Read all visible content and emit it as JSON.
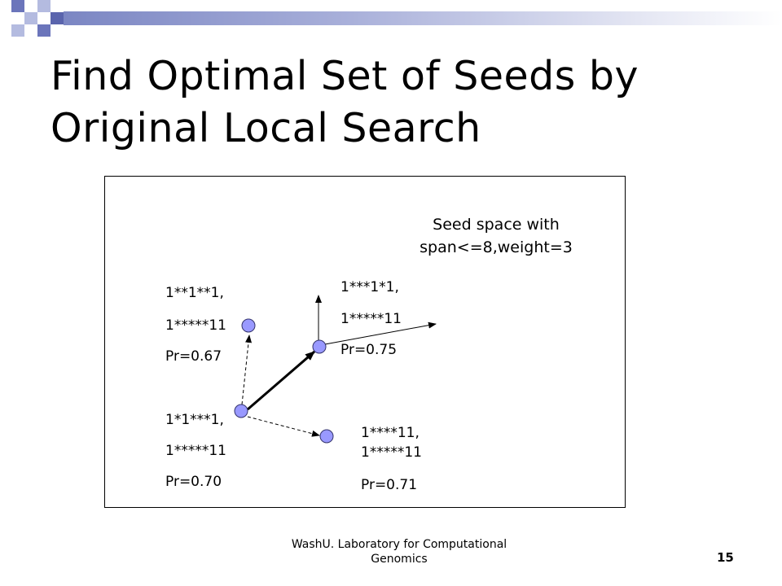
{
  "slide": {
    "title_line1": "Find Optimal Set of Seeds by",
    "title_line2": "Original Local Search",
    "footer_line1": "WashU. Laboratory for Computational",
    "footer_line2": "Genomics",
    "page_number": "15"
  },
  "diagram": {
    "space_caption_line1": "Seed space with",
    "space_caption_line2": "span<=8,weight=3",
    "nodes": {
      "top_left": {
        "line1": "1**1**1,",
        "line2": "1*****11",
        "prob": "Pr=0.67"
      },
      "top_right": {
        "line1": "1***1*1,",
        "line2": "1*****11",
        "prob": "Pr=0.75"
      },
      "bottom_left": {
        "line1": "1*1***1,",
        "line2": "1*****11",
        "prob": "Pr=0.70"
      },
      "bottom_right": {
        "line1": "1****11,",
        "line2": "1*****11",
        "prob": "Pr=0.71"
      }
    },
    "colors": {
      "node_fill": "#9999ff",
      "node_stroke": "#33336b",
      "header_dark": "#5a64ad",
      "header_light": "#b4bbe0"
    }
  }
}
